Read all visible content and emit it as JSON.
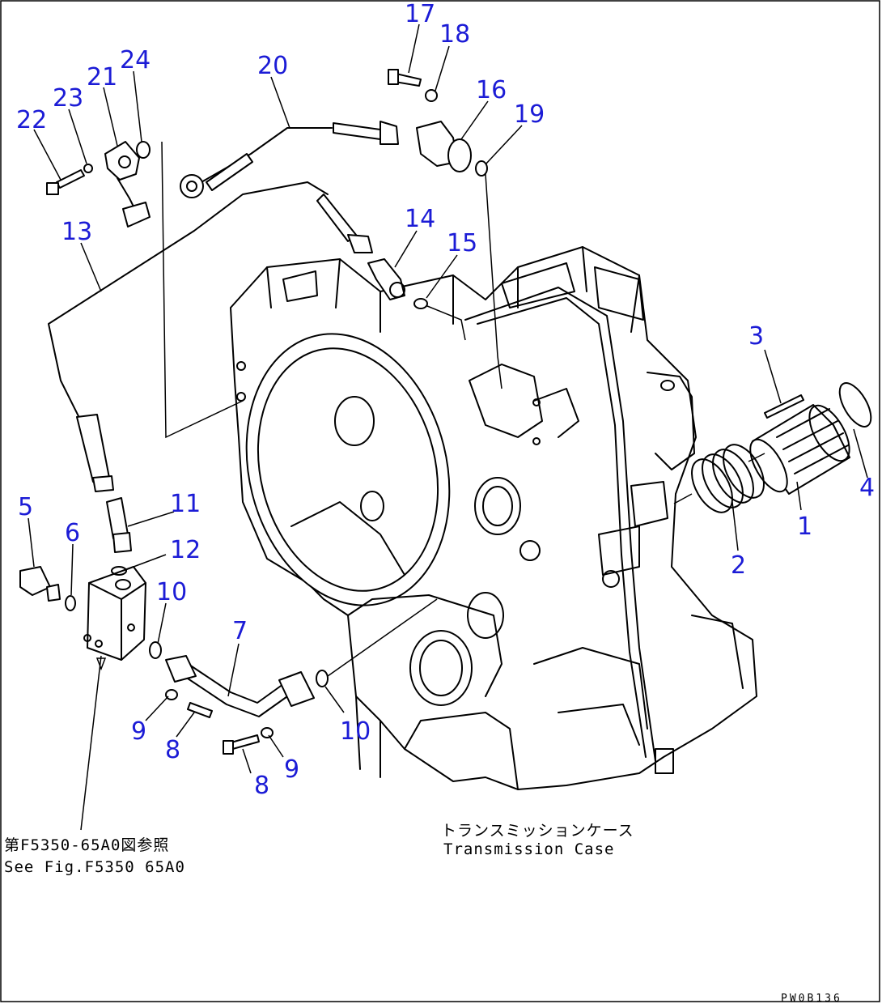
{
  "callouts": [
    "1",
    "2",
    "3",
    "4",
    "5",
    "6",
    "7",
    "8",
    "8",
    "9",
    "9",
    "10",
    "10",
    "11",
    "12",
    "13",
    "14",
    "15",
    "16",
    "17",
    "18",
    "19",
    "20",
    "21",
    "22",
    "23",
    "24"
  ],
  "notes": {
    "case_jp": "トランスミッションケース",
    "case_en": "Transmission Case",
    "ref_jp": "第F5350-65A0図参照",
    "ref_en": "See Fig.F5350 65A0"
  },
  "page_code": "PW0B136",
  "colors": {
    "callout": "#1c1cd6",
    "line": "#000000",
    "background": "#ffffff"
  }
}
